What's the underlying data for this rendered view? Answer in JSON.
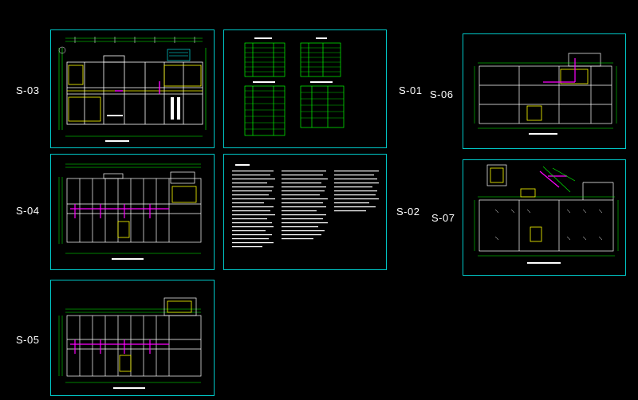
{
  "colors": {
    "background": "#000000",
    "sheet_frame": "#00c8c8",
    "line_white": "#ffffff",
    "line_green": "#00ff00",
    "line_yellow": "#ffff00",
    "line_magenta": "#ff00ff",
    "line_cyan": "#00ffff"
  },
  "sheets": [
    {
      "id": "S-01",
      "label": "S-01",
      "content": "tables"
    },
    {
      "id": "S-02",
      "label": "S-02",
      "content": "notes"
    },
    {
      "id": "S-03",
      "label": "S-03",
      "content": "plan-ground"
    },
    {
      "id": "S-04",
      "label": "S-04",
      "content": "plan-rooms"
    },
    {
      "id": "S-05",
      "label": "S-05",
      "content": "plan-rooms"
    },
    {
      "id": "S-06",
      "label": "S-06",
      "content": "plan-roof"
    },
    {
      "id": "S-07",
      "label": "S-07",
      "content": "plan-system"
    }
  ]
}
